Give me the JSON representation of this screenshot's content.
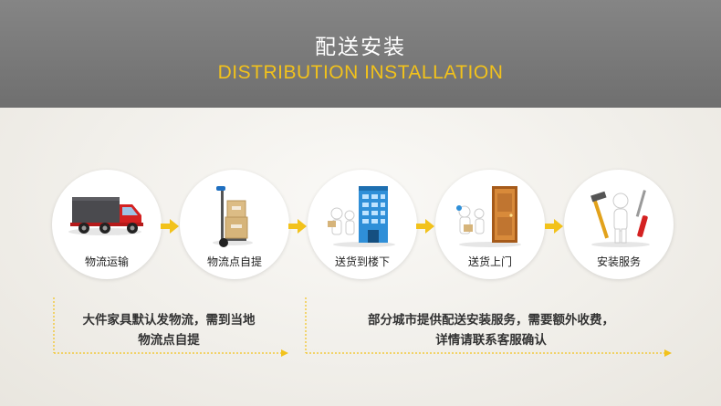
{
  "header": {
    "title": "配送安装",
    "subtitle": "DISTRIBUTION INSTALLATION"
  },
  "colors": {
    "accent_yellow": "#f2c21b",
    "header_gray": "#7a7a7a",
    "panel_bg": "#f1efea"
  },
  "steps": [
    {
      "label": "物流运输",
      "icon": "truck-icon"
    },
    {
      "label": "物流点自提",
      "icon": "hand-truck-boxes-icon"
    },
    {
      "label": "送货到楼下",
      "icon": "building-delivery-icon"
    },
    {
      "label": "送货上门",
      "icon": "door-delivery-icon"
    },
    {
      "label": "安装服务",
      "icon": "tools-installer-icon"
    }
  ],
  "notes": {
    "left": {
      "line1": "大件家具默认发物流，需到当地",
      "line2": "物流点自提"
    },
    "right": {
      "line1": "部分城市提供配送安装服务，需要额外收费，",
      "line2": "详情请联系客服确认"
    }
  }
}
